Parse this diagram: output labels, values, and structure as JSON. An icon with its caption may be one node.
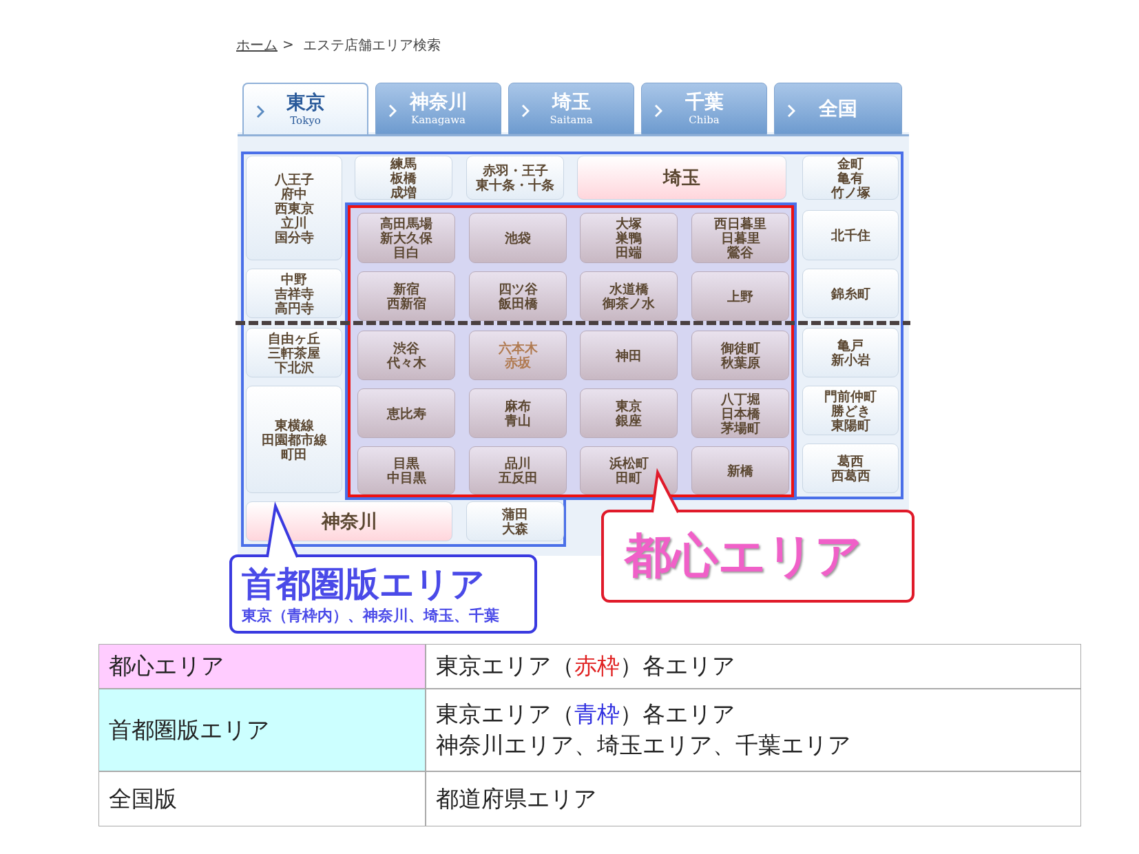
{
  "diagram": {
    "nodes": [
      {
        "text": [
          "東京",
          "Tokyo"
        ]
      },
      {
        "text": [
          "神奈川",
          "Kanagawa"
        ]
      },
      {
        "text": [
          "埼玉",
          "Saitama"
        ]
      },
      {
        "text": [
          "千葉",
          "Chiba"
        ]
      },
      {
        "text": [
          "全国"
        ]
      },
      {
        "text": [],
        "shape": "box"
      },
      {
        "text": [
          "八王子",
          "府中",
          "西東京",
          "立川",
          "国分寺"
        ],
        "in": 5
      },
      {
        "text": [
          "練馬",
          "板橋",
          "成増"
        ],
        "in": 5
      },
      {
        "text": [
          "赤羽・王子",
          "東十条・十条"
        ],
        "in": 5
      },
      {
        "text": [
          "埼玉"
        ],
        "in": 5
      },
      {
        "text": [
          "金町",
          "亀有",
          "竹ノ塚"
        ],
        "in": 5
      },
      {
        "text": [],
        "shape": "box",
        "in": 5
      },
      {
        "text": [
          "高田馬場",
          "新大久保",
          "目白"
        ],
        "in": 11
      },
      {
        "text": [
          "池袋"
        ],
        "in": 11
      },
      {
        "text": [
          "大塚",
          "巣鴨",
          "田端"
        ],
        "in": 11
      },
      {
        "text": [
          "西日暮里",
          "日暮里",
          "鶯谷"
        ],
        "in": 11
      },
      {
        "text": [
          "北千住"
        ],
        "in": 5
      },
      {
        "text": [
          "中野",
          "吉祥寺",
          "高円寺"
        ],
        "in": 5
      },
      {
        "text": [
          "新宿",
          "西新宿"
        ],
        "in": 11
      },
      {
        "text": [
          "四ツ谷",
          "飯田橋"
        ],
        "in": 11
      },
      {
        "text": [
          "水道橋",
          "御茶ノ水"
        ],
        "in": 11
      },
      {
        "text": [
          "上野"
        ],
        "in": 11
      },
      {
        "text": [
          "錦糸町"
        ],
        "in": 5
      },
      {
        "text": [
          "自由ヶ丘",
          "三軒茶屋",
          "下北沢"
        ],
        "in": 5
      },
      {
        "text": [
          "渋谷",
          "代々木"
        ],
        "in": 11
      },
      {
        "text": [
          "六本木",
          "赤坂"
        ],
        "in": 11
      },
      {
        "text": [
          "神田"
        ],
        "in": 11
      },
      {
        "text": [
          "御徒町",
          "秋葉原"
        ],
        "in": 11
      },
      {
        "text": [
          "亀戸",
          "新小岩"
        ],
        "in": 5
      },
      {
        "text": [
          "東横線",
          "田園都市線",
          "町田"
        ],
        "in": 5
      },
      {
        "text": [
          "恵比寿"
        ],
        "in": 11
      },
      {
        "text": [
          "麻布",
          "青山"
        ],
        "in": 11
      },
      {
        "text": [
          "東京",
          "銀座"
        ],
        "in": 11
      },
      {
        "text": [
          "八丁堀",
          "日本橋",
          "茅場町"
        ],
        "in": 11
      },
      {
        "text": [
          "門前仲町",
          "勝どき",
          "東陽町"
        ],
        "in": 5
      },
      {
        "text": [
          "目黒",
          "中目黒"
        ],
        "in": 11
      },
      {
        "text": [
          "品川",
          "五反田"
        ],
        "in": 11
      },
      {
        "text": [
          "浜松町",
          "田町"
        ],
        "in": 11
      },
      {
        "text": [
          "新橋"
        ],
        "in": 11
      },
      {
        "text": [
          "葛西",
          "西葛西"
        ],
        "in": 5
      },
      {
        "text": [
          "神奈川"
        ],
        "in": 5
      },
      {
        "text": [
          "蒲田",
          "大森"
        ],
        "in": 5
      },
      {
        "text": [
          "首都圏版エリア",
          "東京（青枠内）、神奈川、埼玉、千葉"
        ]
      },
      {
        "text": [
          "都心エリア"
        ]
      }
    ],
    "edges": [
      {
        "from": 42,
        "to": 5,
        "arrow": "to",
        "color": "#3a3ae0"
      },
      {
        "from": 43,
        "to": 11,
        "arrow": "to",
        "color": "#e01a2a"
      }
    ],
    "labels": [
      "ホーム",
      ">",
      "エステ店舗エリア検索",
      "都心エリア",
      "東京エリア（**赤枠**）各エリア",
      "首都圏版エリア",
      "東京エリア（**青枠**）各エリア",
      "神奈川エリア、埼玉エリア、千葉エリア",
      "全国版",
      "都道府県エリア"
    ]
  }
}
